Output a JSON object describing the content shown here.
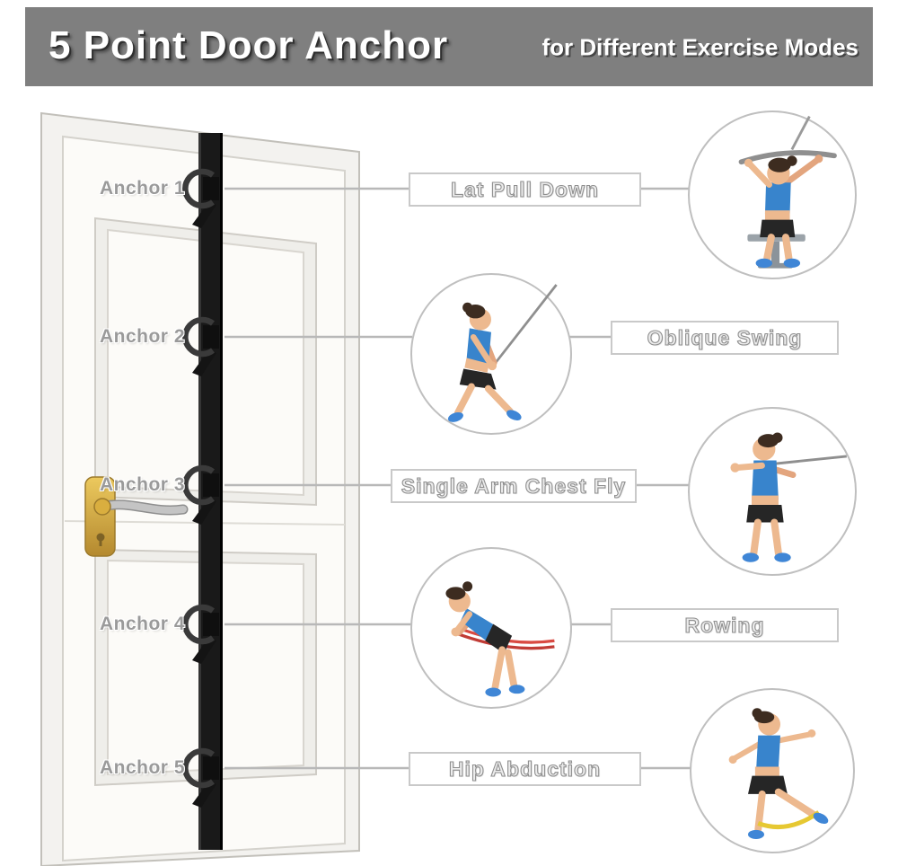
{
  "header": {
    "title": "5 Point Door Anchor",
    "subtitle": "for Different Exercise Modes",
    "background_color": "#7f7f7f"
  },
  "door": {
    "description": "white panel door with black 5-point anchor strap and gold lever handle",
    "anchors": [
      {
        "label": "Anchor 1"
      },
      {
        "label": "Anchor 2"
      },
      {
        "label": "Anchor 3"
      },
      {
        "label": "Anchor 4"
      },
      {
        "label": "Anchor 5"
      }
    ]
  },
  "exercises": [
    {
      "name": "Lat Pull Down",
      "icon": "lat-pull-down-figure",
      "band_color": "#8f8f8f"
    },
    {
      "name": "Oblique Swing",
      "icon": "oblique-swing-figure",
      "band_color": "#8f8f8f"
    },
    {
      "name": "Single Arm Chest Fly",
      "icon": "single-arm-chest-fly-figure",
      "band_color": "#8f8f8f"
    },
    {
      "name": "Rowing",
      "icon": "rowing-figure",
      "band_color": "#d94a42"
    },
    {
      "name": "Hip Abduction",
      "icon": "hip-abduction-figure",
      "band_color": "#e6c832"
    }
  ],
  "colors": {
    "header_bg": "#7f7f7f",
    "strap": "#191919",
    "connector_line": "#b8b8b8",
    "circle_border": "#bfbfbf",
    "box_border": "#c9c9c9",
    "label_text": "#9a9a9a",
    "sports_top_blue": "#3884cc",
    "shoes_blue": "#3f86d6",
    "handle_gold": "#d9ae3f"
  }
}
